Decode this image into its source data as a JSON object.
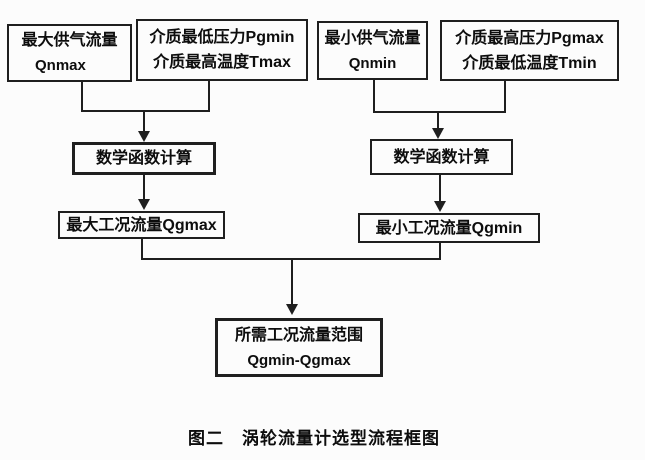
{
  "diagram": {
    "nodes": {
      "qnmax": {
        "line1": "最大供气流量",
        "line2": "Qnmax"
      },
      "pgmin_tmax": {
        "line1": "介质最低压力Pgmin",
        "line2": "介质最高温度Tmax"
      },
      "qnmin": {
        "line1": "最小供气流量",
        "line2": "Qnmin"
      },
      "pgmax_tmin": {
        "line1": "介质最高压力Pgmax",
        "line2": "介质最低温度Tmin"
      },
      "math_left": {
        "label": "数学函数计算"
      },
      "math_right": {
        "label": "数学函数计算"
      },
      "qgmax": {
        "label": "最大工况流量Qgmax"
      },
      "qgmin": {
        "label": "最小工况流量Qgmin"
      },
      "result": {
        "line1": "所需工况流量范围",
        "line2": "Qgmin-Qgmax"
      }
    },
    "caption": "图二　涡轮流量计选型流程框图"
  },
  "colors": {
    "line": "#1f1f1f",
    "text": "#0d0d0d",
    "background": "#fcfcfc"
  }
}
